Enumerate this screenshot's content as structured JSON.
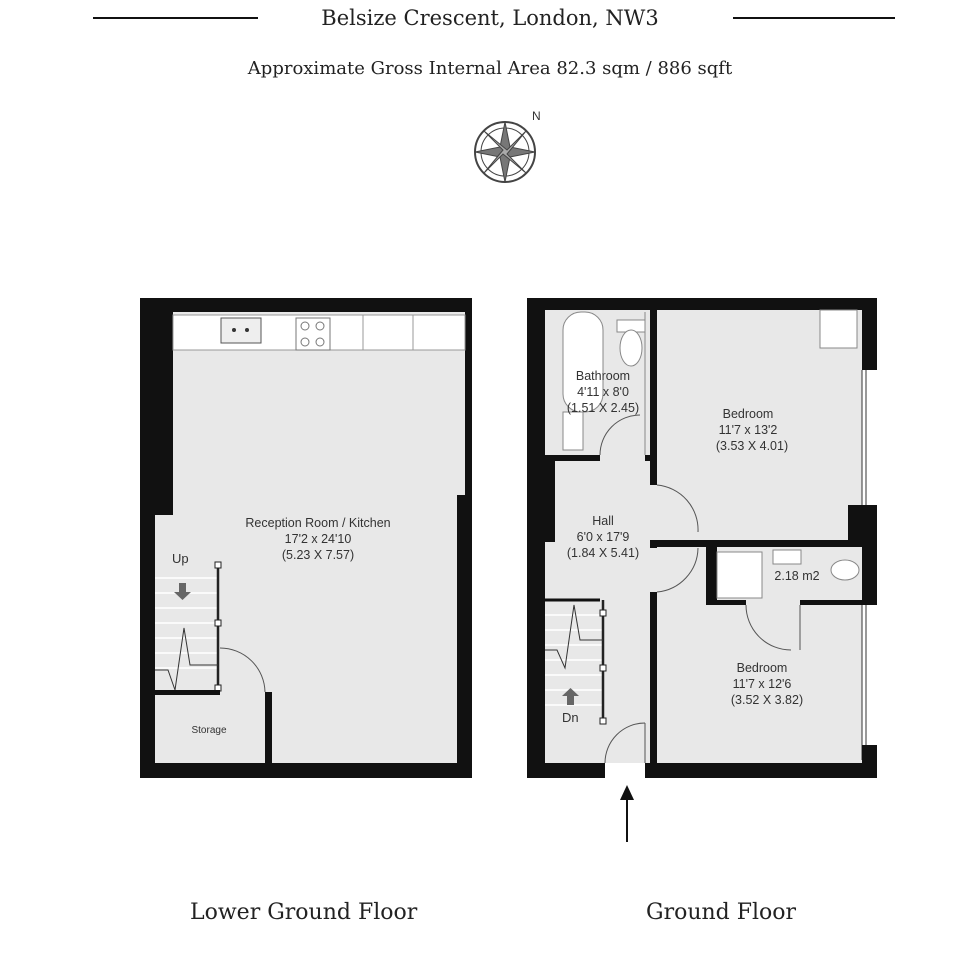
{
  "header": {
    "title": "Belsize Crescent, London, NW3",
    "subtitle": "Approximate Gross Internal Area 82.3 sqm / 886 sqft",
    "compass_label": "N"
  },
  "lower_ground": {
    "label": "Lower Ground Floor",
    "rooms": [
      {
        "name": "Reception Room / Kitchen",
        "imperial": "17'2 x 24'10",
        "metric": "(5.23 X 7.57)"
      },
      {
        "name": "Storage"
      }
    ],
    "stairs_label": "Up"
  },
  "ground": {
    "label": "Ground Floor",
    "rooms": [
      {
        "name": "Bathroom",
        "imperial": "4'11 x 8'0",
        "metric": "(1.51 X 2.45)"
      },
      {
        "name": "Bedroom",
        "imperial": "11'7 x 13'2",
        "metric": "(3.53 X 4.01)"
      },
      {
        "name": "Hall",
        "imperial": "6'0 x 17'9",
        "metric": "(1.84 X 5.41)"
      },
      {
        "name": "Bedroom",
        "imperial": "11'7 x 12'6",
        "metric": "(3.52 X 3.82)"
      },
      {
        "name": "2.18 m2"
      }
    ],
    "stairs_label": "Dn"
  },
  "colors": {
    "wall": "#111111",
    "floor": "#e8e8e8",
    "fixture": "#ffffff"
  }
}
